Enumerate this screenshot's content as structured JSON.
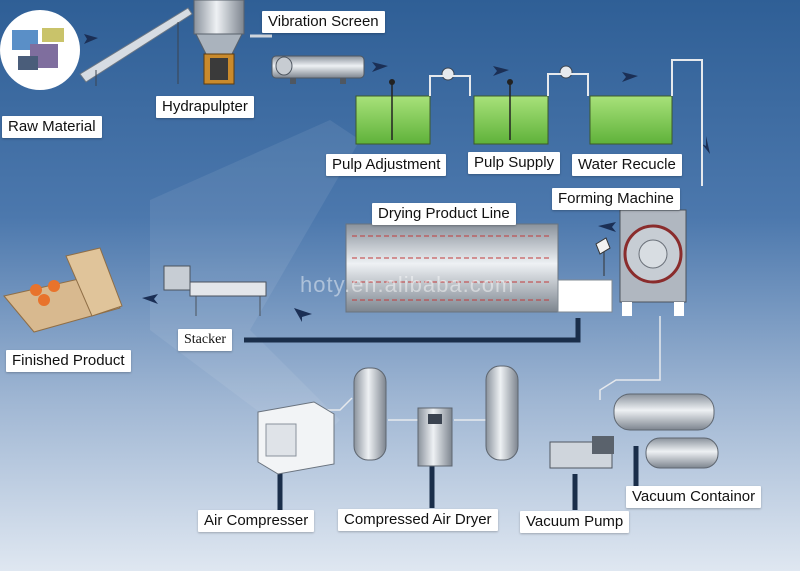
{
  "labels": {
    "raw_material": "Raw Material",
    "hydrapulpter": "Hydrapulpter",
    "vibration_screen": "Vibration Screen",
    "pulp_adjustment": "Pulp Adjustment",
    "pulp_supply": "Pulp Supply",
    "water_recucle": "Water Recucle",
    "forming_machine": "Forming Machine",
    "drying_product_line": "Drying Product Line",
    "stacker": "Stacker",
    "finished_product": "Finished Product",
    "air_compresser": "Air Compresser",
    "compressed_air_dryer": "Compressed Air Dryer",
    "vacuum_pump": "Vacuum Pump",
    "vacuum_containor": "Vacuum Containor"
  },
  "watermark": "hoty.en.alibaba.com",
  "colors": {
    "tank_fill": "#8bd45a",
    "pipe": "#1a2e4a",
    "arrow": "#1b2f55",
    "background_top": "#2f5f96",
    "background_bottom": "#dfe7f1"
  }
}
